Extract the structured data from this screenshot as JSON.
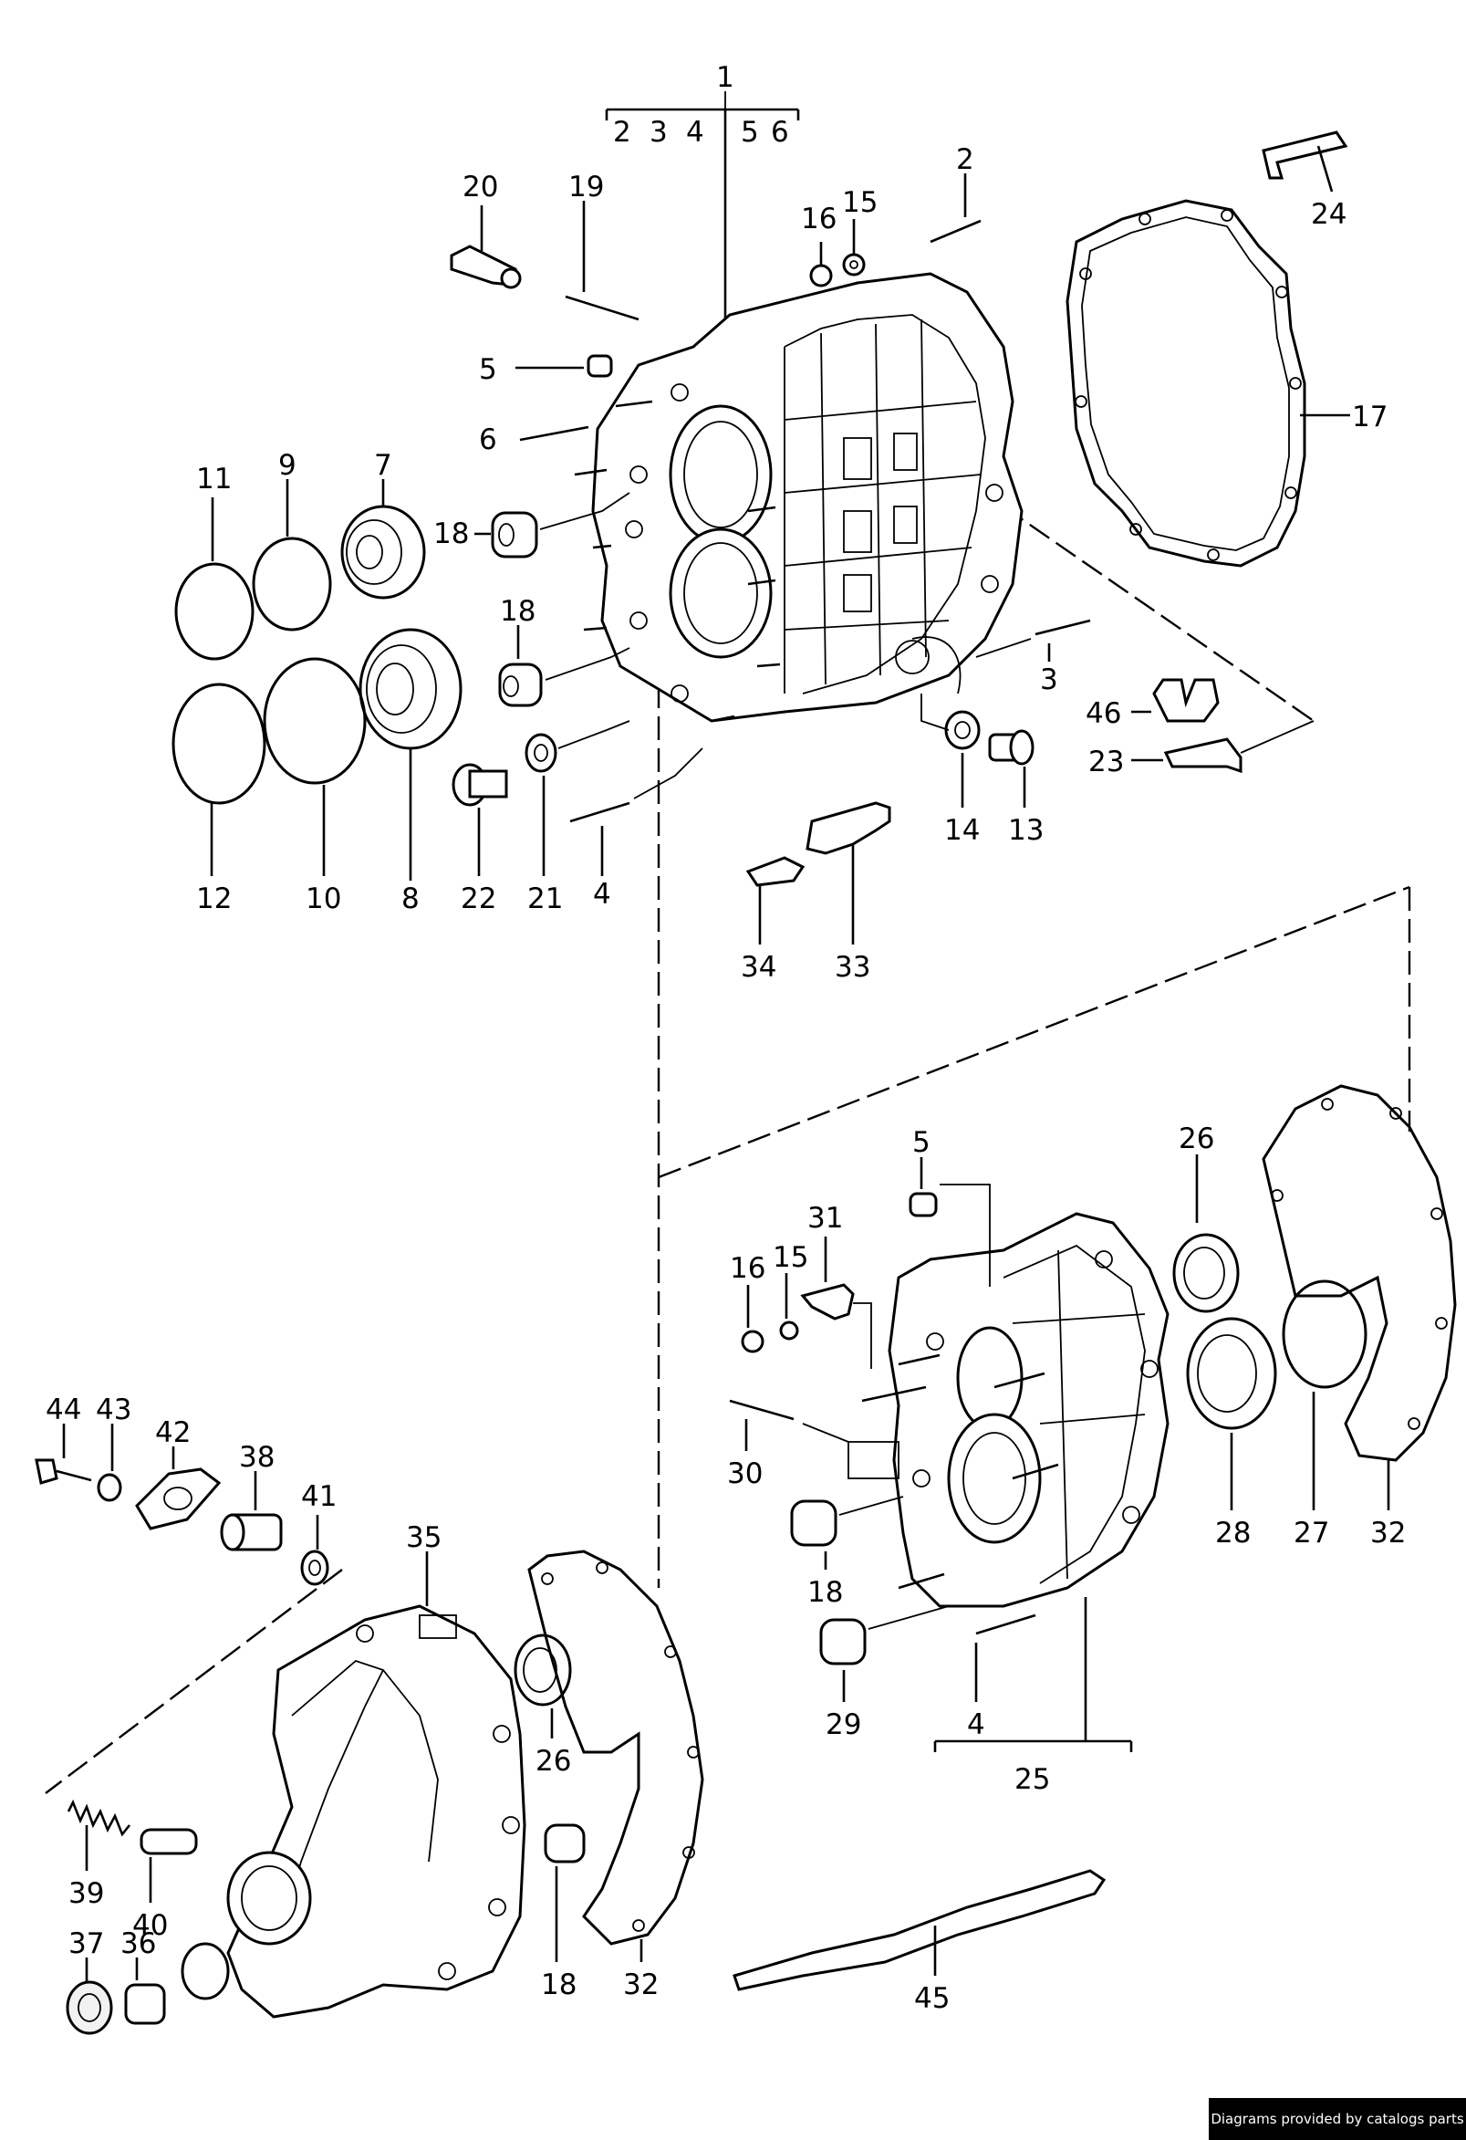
{
  "labels": {
    "l1": "1",
    "l2a": "2",
    "l3a": "3",
    "l4a": "4",
    "l5a": "5",
    "l6a": "6",
    "l2": "2",
    "l3": "3",
    "l4": "4",
    "l5": "5",
    "l6": "6",
    "l7": "7",
    "l8": "8",
    "l9": "9",
    "l10": "10",
    "l11": "11",
    "l12": "12",
    "l13": "13",
    "l14": "14",
    "l15": "15",
    "l16": "16",
    "l17": "17",
    "l18a": "18",
    "l18b": "18",
    "l19": "19",
    "l20": "20",
    "l21": "21",
    "l22": "22",
    "l23": "23",
    "l24": "24",
    "l46": "46",
    "l33": "33",
    "l34": "34",
    "l5b": "5",
    "l15b": "15",
    "l16b": "16",
    "l31": "31",
    "l30": "30",
    "l18c": "18",
    "l29": "29",
    "l4b": "4",
    "l25": "25",
    "l26": "26",
    "l28": "28",
    "l27": "27",
    "l32": "32",
    "l44": "44",
    "l43": "43",
    "l42": "42",
    "l38": "38",
    "l41": "41",
    "l35": "35",
    "l26b": "26",
    "l18d": "18",
    "l32b": "32",
    "l39": "39",
    "l40": "40",
    "l36": "36",
    "l37": "37",
    "l45": "45"
  },
  "watermark": "Diagrams provided by catalogs parts"
}
